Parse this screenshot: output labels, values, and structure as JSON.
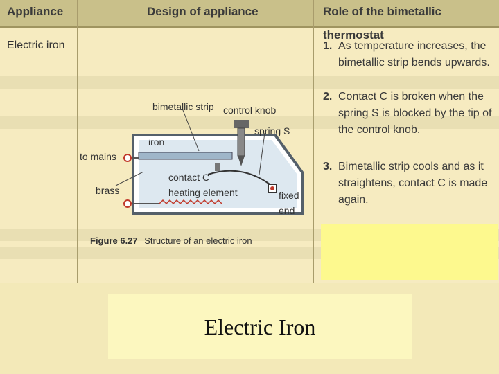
{
  "table": {
    "headers": [
      "Appliance",
      "Design of appliance",
      "Role of the bimetallic thermostat"
    ],
    "appliance": "Electric iron",
    "roles": [
      {
        "num": "1.",
        "text": "As temperature increases, the bimetallic strip bends upwards."
      },
      {
        "num": "2.",
        "text": "Contact C is broken when the spring S is blocked by the tip of the control knob."
      },
      {
        "num": "3.",
        "text": "Bimetallic strip cools and as it straightens, contact C is made again."
      }
    ]
  },
  "diagram": {
    "labels": {
      "bimetallic_strip": "bimetallic strip",
      "control_knob": "control knob",
      "spring_s": "spring S",
      "iron": "iron",
      "to_mains": "to mains",
      "contact_c": "contact C",
      "heating_element": "heating element",
      "brass": "brass",
      "fixed": "fixed",
      "end": "end"
    },
    "figure_caption_prefix": "Figure 6.27",
    "figure_caption": "Structure of an electric iron"
  },
  "caption": "Electric Iron",
  "colors": {
    "background": "#f3e9b8",
    "header": "#c9c08a",
    "iron_fill": "#bfd6ea",
    "highlight": "#fdf98e",
    "caption_box": "#fcf7bf",
    "wire_red": "#c0392b"
  }
}
